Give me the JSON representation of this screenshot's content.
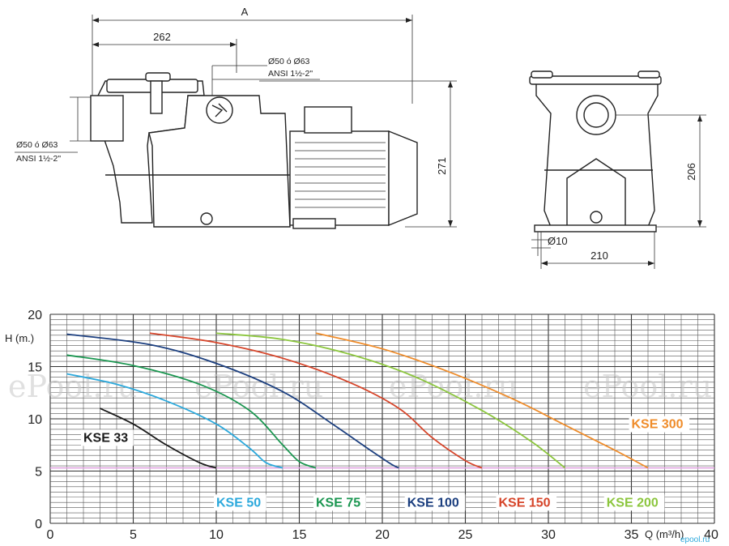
{
  "drawing": {
    "dim_A": "A",
    "dim_262": "262",
    "dim_port_top_1": "Ø50 ó Ø63",
    "dim_port_top_2": "ANSI 1½-2\"",
    "dim_port_side_1": "Ø50 ó Ø63",
    "dim_port_side_2": "ANSI 1½-2\"",
    "dim_271": "271",
    "dim_206": "206",
    "dim_210": "210",
    "dim_hole": "Ø10"
  },
  "watermark": [
    "ePool.ru",
    "ePool.ru",
    "ePool.ru",
    "ePool.ru"
  ],
  "corner_mark": "epool.ru",
  "chart_data": {
    "type": "line",
    "ylabel": "H (m.)",
    "xlabel": "Q (m³/h)",
    "xlim": [
      0,
      40
    ],
    "ylim": [
      0,
      20
    ],
    "x_ticks": [
      "0",
      "5",
      "10",
      "15",
      "20",
      "25",
      "30",
      "35",
      "40"
    ],
    "y_ticks": [
      "0",
      "5",
      "10",
      "15",
      "20"
    ],
    "grid": true,
    "reference_line_h": 5.3,
    "series": [
      {
        "name": "KSE 33",
        "color": "#1a1a1a",
        "x": [
          3,
          5,
          7,
          9,
          10
        ],
        "y": [
          11,
          9.5,
          7.5,
          5.8,
          5.3
        ],
        "label_pos": [
          2,
          7.8
        ]
      },
      {
        "name": "KSE 50",
        "color": "#2ca9dc",
        "x": [
          1,
          4,
          7,
          10,
          12,
          13,
          14
        ],
        "y": [
          14.3,
          13.3,
          11.7,
          9.5,
          7.2,
          5.8,
          5.3
        ],
        "label_pos": [
          10,
          1.6
        ]
      },
      {
        "name": "KSE 75",
        "color": "#1a9650",
        "x": [
          1,
          5,
          9,
          12,
          14,
          15,
          16
        ],
        "y": [
          16.1,
          15.1,
          13.3,
          10.8,
          7.5,
          5.9,
          5.3
        ],
        "label_pos": [
          16,
          1.6
        ]
      },
      {
        "name": "KSE 100",
        "color": "#1c3f7f",
        "x": [
          1,
          6,
          10,
          14,
          17,
          19,
          20.5,
          21
        ],
        "y": [
          18.1,
          17.1,
          15.3,
          12.6,
          9.5,
          7.3,
          5.7,
          5.3
        ],
        "label_pos": [
          21.5,
          1.6
        ]
      },
      {
        "name": "KSE 150",
        "color": "#d6452a",
        "x": [
          6,
          10,
          14,
          18,
          21,
          23,
          25,
          26
        ],
        "y": [
          18.2,
          17.3,
          15.8,
          13.5,
          11,
          8.2,
          6,
          5.3
        ],
        "label_pos": [
          27,
          1.6
        ]
      },
      {
        "name": "KSE 200",
        "color": "#8cc63e",
        "x": [
          10,
          14,
          18,
          22,
          26,
          29,
          31
        ],
        "y": [
          18.2,
          17.6,
          16.2,
          14,
          10.8,
          7.8,
          5.3
        ],
        "label_pos": [
          33.5,
          1.6
        ]
      },
      {
        "name": "KSE 300",
        "color": "#ef8c2a",
        "x": [
          16,
          20,
          24,
          28,
          31,
          34,
          36
        ],
        "y": [
          18.2,
          16.7,
          14.5,
          11.8,
          9.4,
          7,
          5.3
        ],
        "label_pos": [
          35,
          9.1
        ]
      }
    ]
  }
}
